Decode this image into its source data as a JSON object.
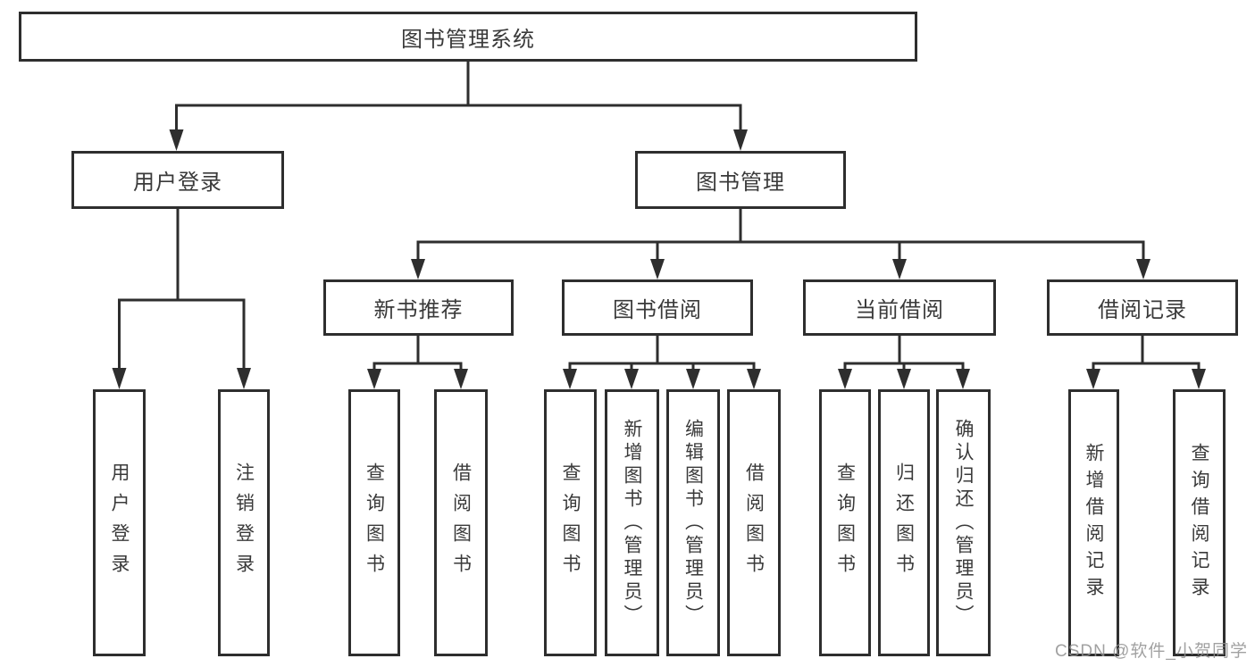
{
  "diagram_type": "hierarchy-tree",
  "tree": {
    "label": "图书管理系统",
    "children": [
      {
        "label": "用户登录",
        "children": [
          {
            "label": "用户登录"
          },
          {
            "label": "注销登录"
          }
        ]
      },
      {
        "label": "图书管理",
        "children": [
          {
            "label": "新书推荐",
            "children": [
              {
                "label": "查询图书"
              },
              {
                "label": "借阅图书"
              }
            ]
          },
          {
            "label": "图书借阅",
            "children": [
              {
                "label": "查询图书"
              },
              {
                "label": "新增图书（管理员）"
              },
              {
                "label": "编辑图书（管理员）"
              },
              {
                "label": "借阅图书"
              }
            ]
          },
          {
            "label": "当前借阅",
            "children": [
              {
                "label": "查询图书"
              },
              {
                "label": "归还图书"
              },
              {
                "label": "确认归还（管理员）"
              }
            ]
          },
          {
            "label": "借阅记录",
            "children": [
              {
                "label": "新增借阅记录"
              },
              {
                "label": "查询借阅记录"
              }
            ]
          }
        ]
      }
    ]
  },
  "watermark": {
    "text": "CSDN @软件_小贺同学"
  },
  "colors": {
    "background": "#ffffff",
    "line": "#2e2e2e",
    "box_border": "#2e2e2e",
    "text": "#3a3a3a",
    "watermark": "#919191"
  }
}
